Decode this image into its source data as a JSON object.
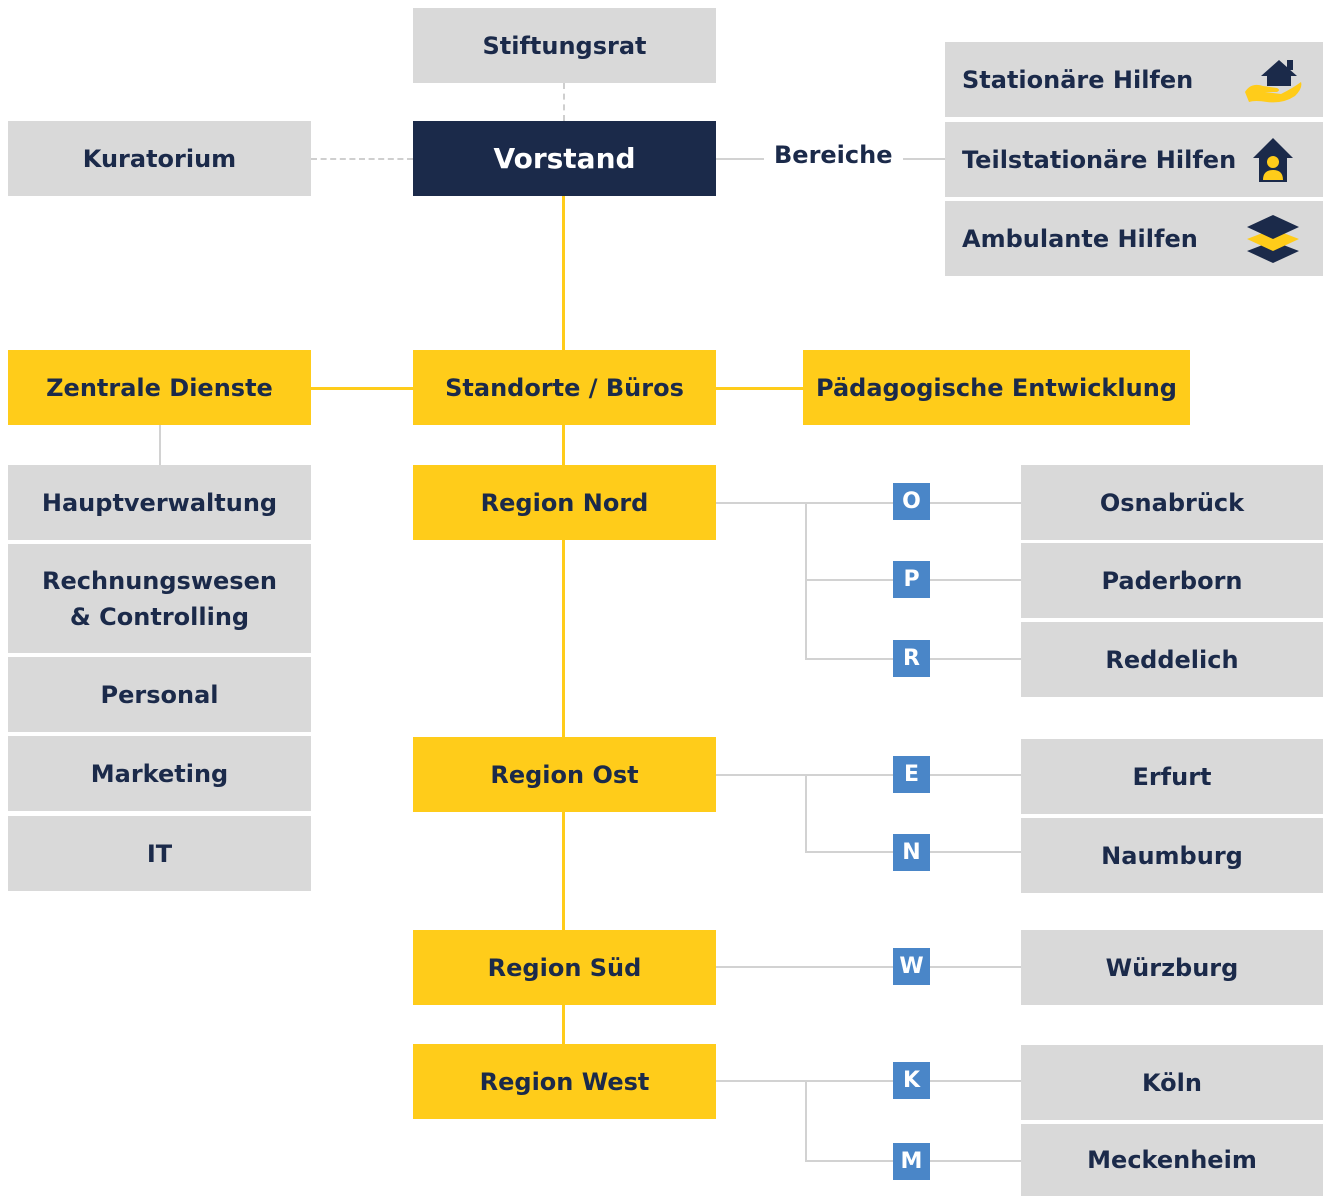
{
  "stiftungsrat": "Stiftungsrat",
  "kuratorium": "Kuratorium",
  "vorstand": "Vorstand",
  "bereiche": {
    "label": "Bereiche",
    "items": [
      {
        "label": "Stationäre Hilfen",
        "icon": "house-hand-icon"
      },
      {
        "label": "Teilstationäre Hilfen",
        "icon": "house-person-icon"
      },
      {
        "label": "Ambulante Hilfen",
        "icon": "layers-icon"
      }
    ]
  },
  "zentrale_dienste": {
    "label": "Zentrale Dienste",
    "items": [
      "Hauptverwaltung",
      "Rechnungswesen\n& Controlling",
      "Personal",
      "Marketing",
      "IT"
    ]
  },
  "standorte": "Standorte / Büros",
  "paedagogische_entwicklung": "Pädagogische Entwicklung",
  "regions": [
    {
      "label": "Region Nord",
      "locations": [
        {
          "code": "O",
          "name": "Osnabrück"
        },
        {
          "code": "P",
          "name": "Paderborn"
        },
        {
          "code": "R",
          "name": "Reddelich"
        }
      ]
    },
    {
      "label": "Region Ost",
      "locations": [
        {
          "code": "E",
          "name": "Erfurt"
        },
        {
          "code": "N",
          "name": "Naumburg"
        }
      ]
    },
    {
      "label": "Region Süd",
      "locations": [
        {
          "code": "W",
          "name": "Würzburg"
        }
      ]
    },
    {
      "label": "Region West",
      "locations": [
        {
          "code": "K",
          "name": "Köln"
        },
        {
          "code": "M",
          "name": "Meckenheim"
        }
      ]
    }
  ],
  "colors": {
    "navy": "#1b2a4a",
    "yellow": "#ffcc1a",
    "gray": "#d9d9d9",
    "badge": "#4a86c8"
  }
}
